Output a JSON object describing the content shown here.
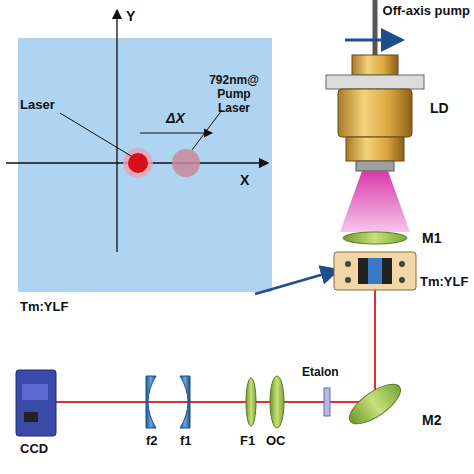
{
  "diagram": {
    "labels": [
      "Y",
      "Laser",
      "792nm@ Pump Laser",
      "ΔX",
      "X",
      "Tm:YLF",
      "Off-axis pump",
      "LD",
      "M1",
      "Tm:YLF",
      "M2",
      "Etalon",
      "OC",
      "F1",
      "f1",
      "f2",
      "CCD"
    ]
  }
}
